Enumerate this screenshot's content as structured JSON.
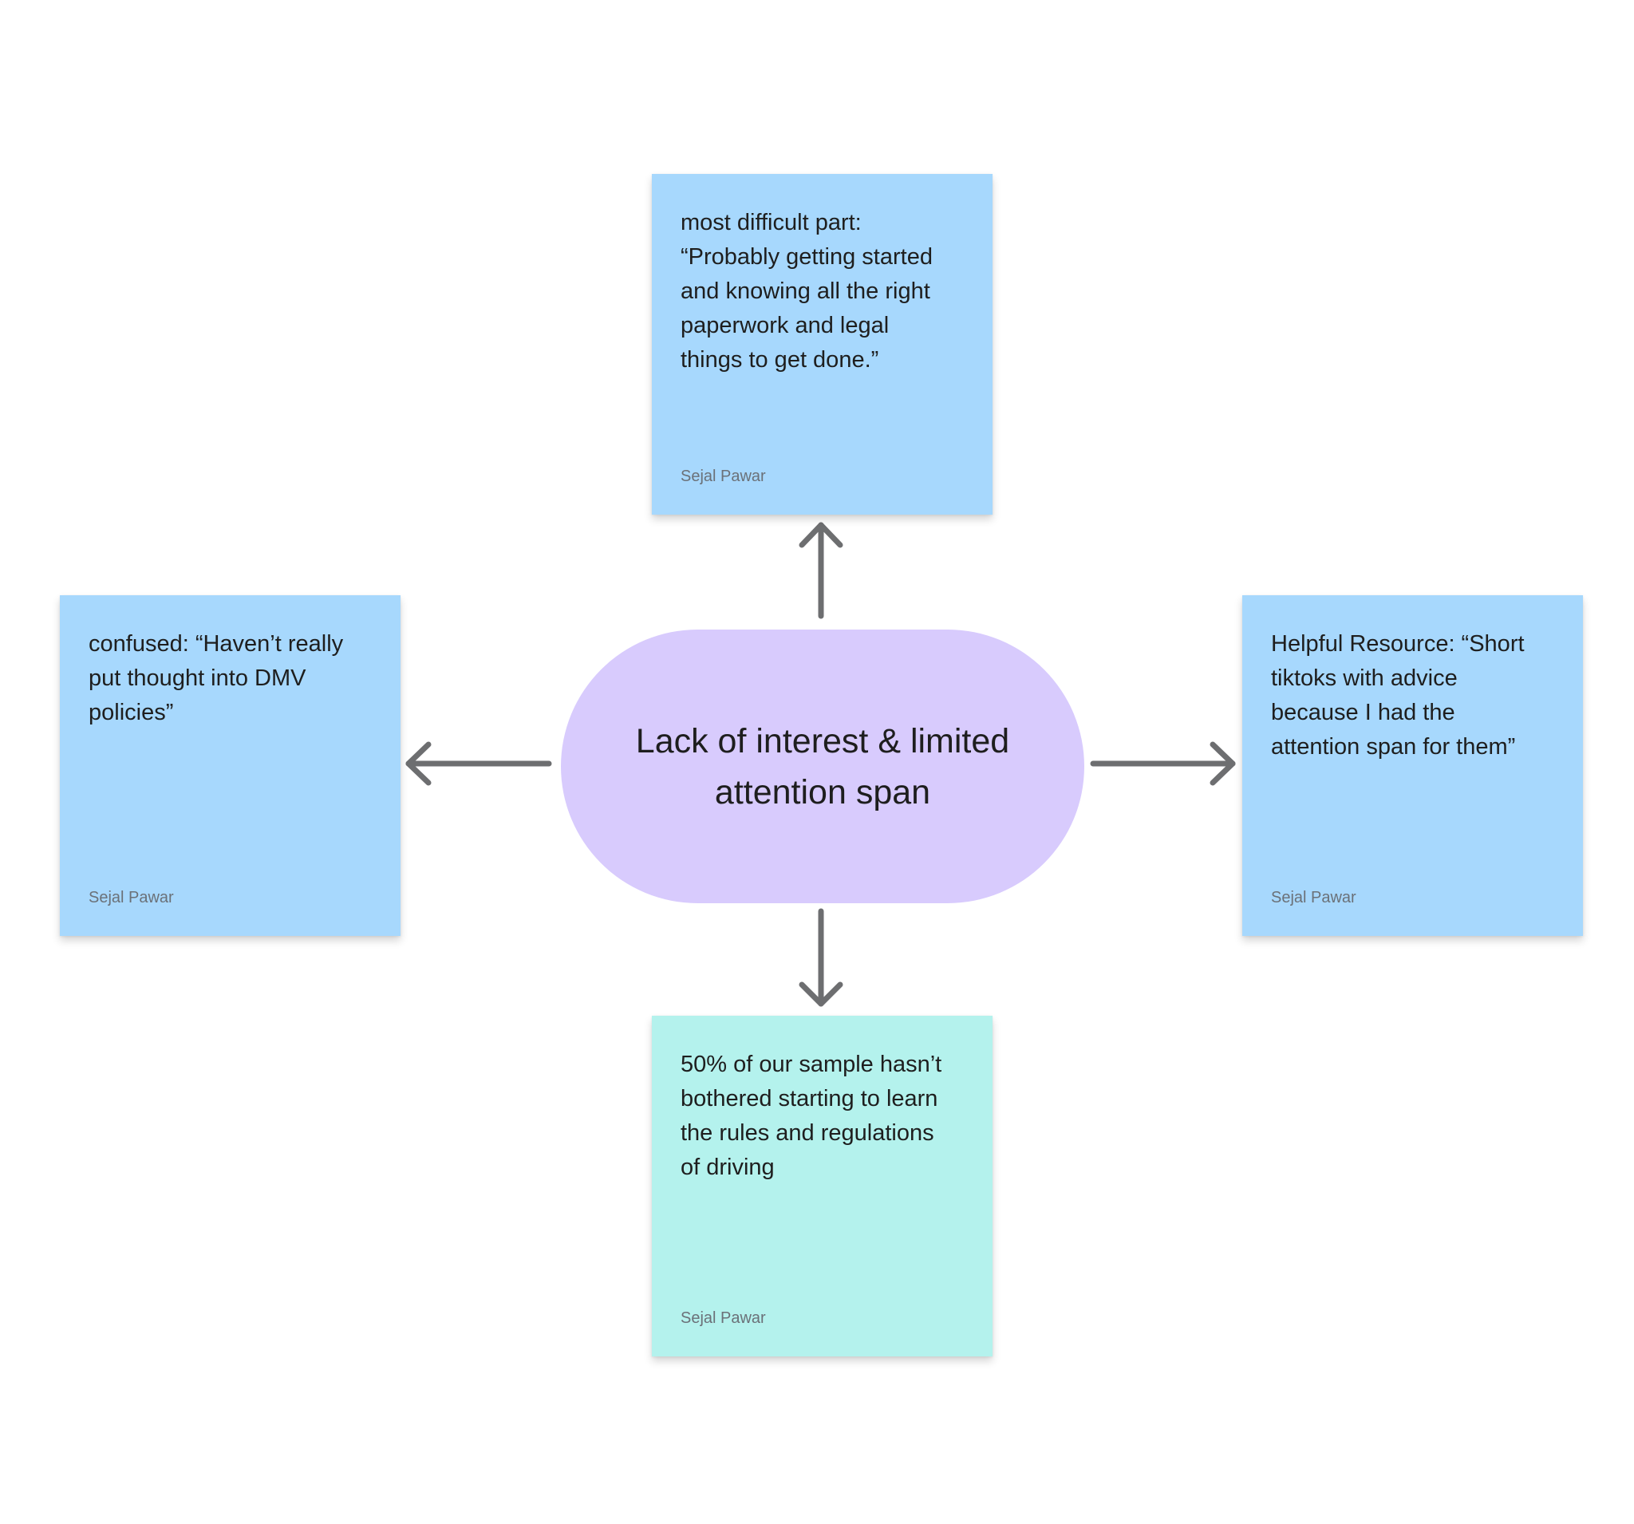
{
  "center": {
    "text": "Lack of interest & limited\nattention span",
    "color": "#d8cbfd"
  },
  "notes": {
    "top": {
      "text": "most difficult part:\n“Probably getting started\nand knowing all the right\npaperwork and legal\nthings to get done.”",
      "author": "Sejal Pawar",
      "color": "#a7d8fd"
    },
    "left": {
      "text": "confused: “Haven’t really\nput thought into DMV\npolicies”",
      "author": "Sejal Pawar",
      "color": "#a7d8fd"
    },
    "right": {
      "text": "Helpful Resource: “Short\ntiktoks with advice\nbecause I had the\nattention span for them”",
      "author": "Sejal Pawar",
      "color": "#a7d8fd"
    },
    "bottom": {
      "text": "50% of our sample hasn’t\nbothered starting to learn\nthe rules and regulations\nof driving",
      "author": "Sejal Pawar",
      "color": "#b4f2ed"
    }
  },
  "arrows": {
    "color": "#6d6e70",
    "directions": [
      "up",
      "left",
      "right",
      "down"
    ]
  }
}
